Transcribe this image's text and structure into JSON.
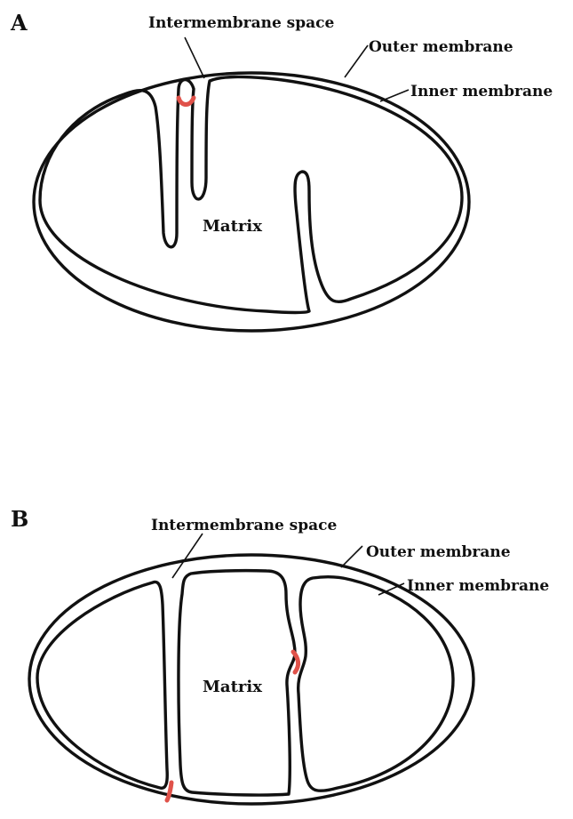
{
  "panels": [
    {
      "letter": "A",
      "intermembrane_label": "Intermembrane space",
      "outer_label": "Outer membrane",
      "inner_label": "Inner membrane",
      "matrix_label": "Matrix"
    },
    {
      "letter": "B",
      "intermembrane_label": "Intermembrane space",
      "outer_label": "Outer membrane",
      "inner_label": "Inner membrane",
      "matrix_label": "Matrix"
    }
  ],
  "colors": {
    "membrane": "#111111",
    "contact_site": "#e0524a"
  }
}
